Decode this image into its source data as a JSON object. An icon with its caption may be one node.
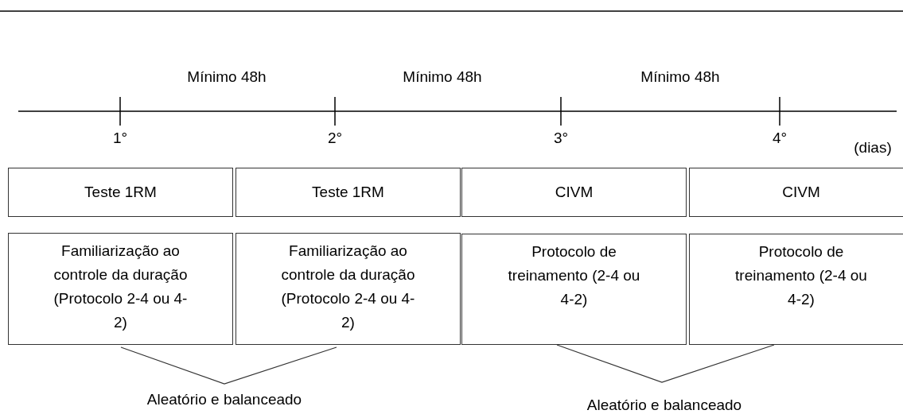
{
  "diagram": {
    "nodes": [
      {
        "text": [
          "Teste 1RM"
        ]
      },
      {
        "text": [
          "Teste 1RM"
        ]
      },
      {
        "text": [
          "CIVM"
        ]
      },
      {
        "text": [
          "CIVM"
        ]
      },
      {
        "text": [
          "Familiarização ao controle da duração (Protocolo 2-4 ou 4-2)"
        ]
      },
      {
        "text": [
          "Familiarização ao controle da duração (Protocolo 2-4 ou 4-2)"
        ]
      },
      {
        "text": [
          "Protocolo de treinamento (2-4 ou 4-2)"
        ]
      },
      {
        "text": [
          "Protocolo de treinamento (2-4 ou 4-2)"
        ]
      }
    ],
    "labels": [
      "Mínimo 48h",
      "Mínimo 48h",
      "Mínimo 48h",
      "1°",
      "2°",
      "3°",
      "4°",
      "(dias)",
      "Aleatório e balanceado",
      "Aleatório e balanceado"
    ]
  }
}
